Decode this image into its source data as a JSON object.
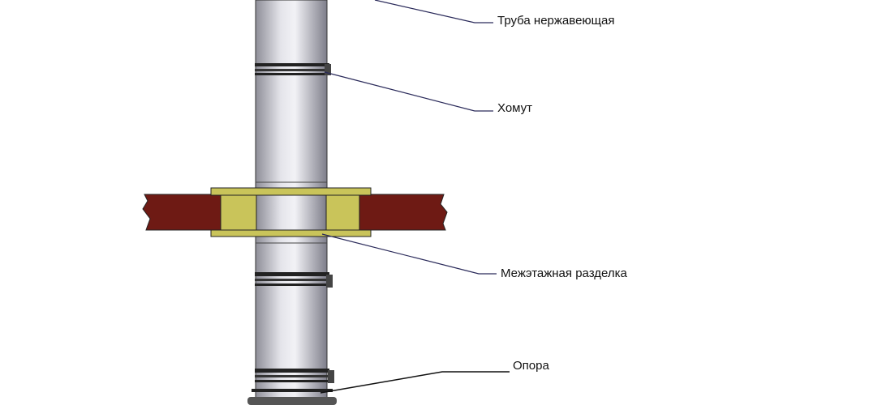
{
  "labels": {
    "pipe": "Труба нержавеющая",
    "clamp": "Хомут",
    "floor_passage": "Межэтажная разделка",
    "support": "Опора"
  },
  "colors": {
    "wood": "#6e1a14",
    "insulation": "#c9c45a",
    "pipe_light": "#e8e8ee",
    "pipe_dark": "#8a8a96",
    "leader": "#2a2a5a"
  }
}
